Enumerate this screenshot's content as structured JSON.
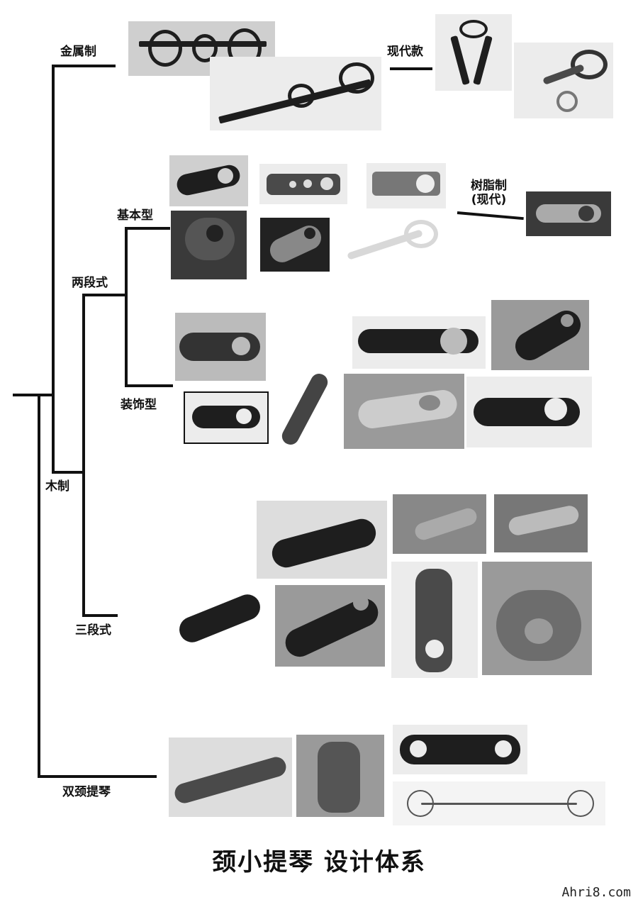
{
  "title": "颈小提琴  设计体系",
  "watermark": "Ahri8.com",
  "nodes": {
    "metal": "金属制",
    "modern": "现代款",
    "resin_line1": "树脂制",
    "resin_line2": "(现代)",
    "basic": "基本型",
    "two_part": "两段式",
    "decorative": "装饰型",
    "wood": "木制",
    "three_part": "三段式",
    "double": "双颈提琴"
  }
}
